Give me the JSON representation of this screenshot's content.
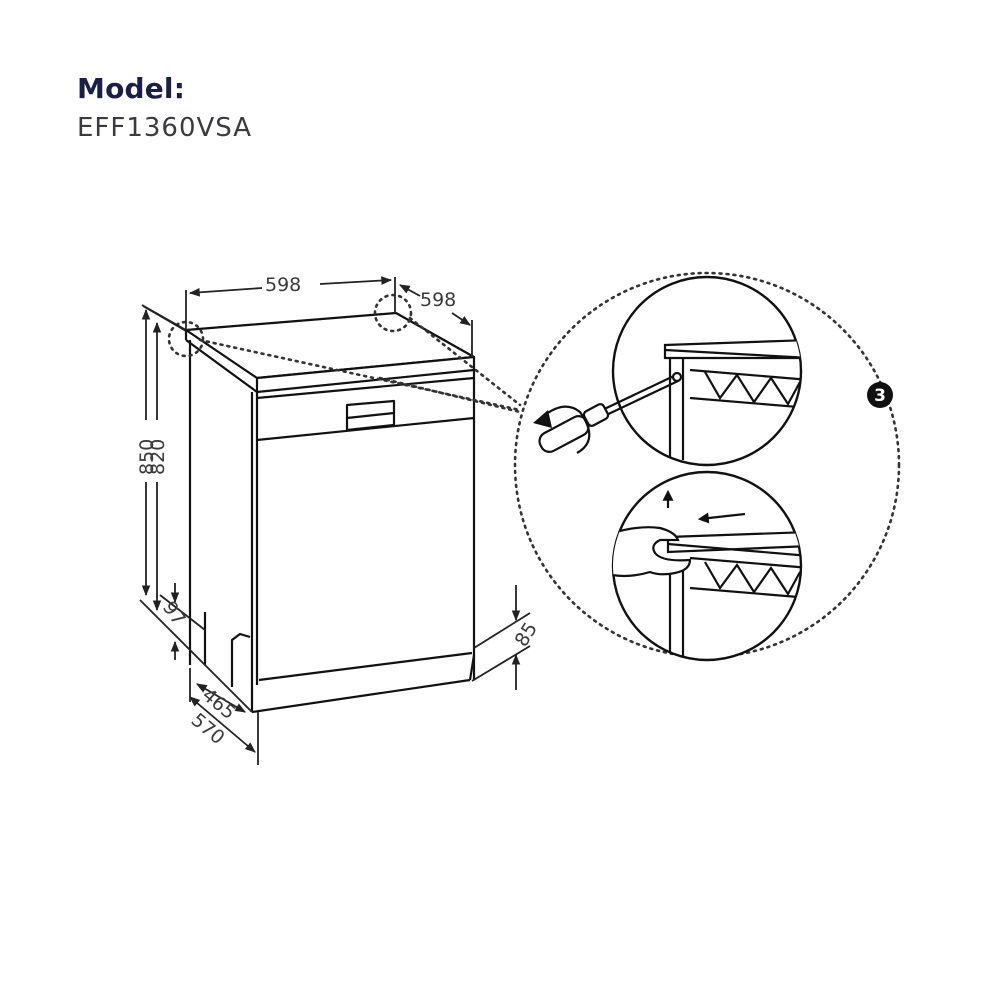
{
  "header": {
    "model_label": "Model:",
    "model_number": "EFF1360VSA"
  },
  "dimensions": {
    "width_top": "598",
    "depth_top": "598",
    "height_total": "850",
    "height_body": "820",
    "plinth_height_side": "97",
    "plinth_depth": "465",
    "depth_total": "570",
    "plinth_height_front": "85"
  },
  "detail": {
    "step_number": "3",
    "step_badge_color": "#111111",
    "upper_view": "screwdriver-remove-worktop-screw",
    "lower_view": "hand-slide-worktop-back-and-lift"
  },
  "colors": {
    "line": "#111111",
    "title": "#1b1f45",
    "model_text": "#3a3a40"
  }
}
